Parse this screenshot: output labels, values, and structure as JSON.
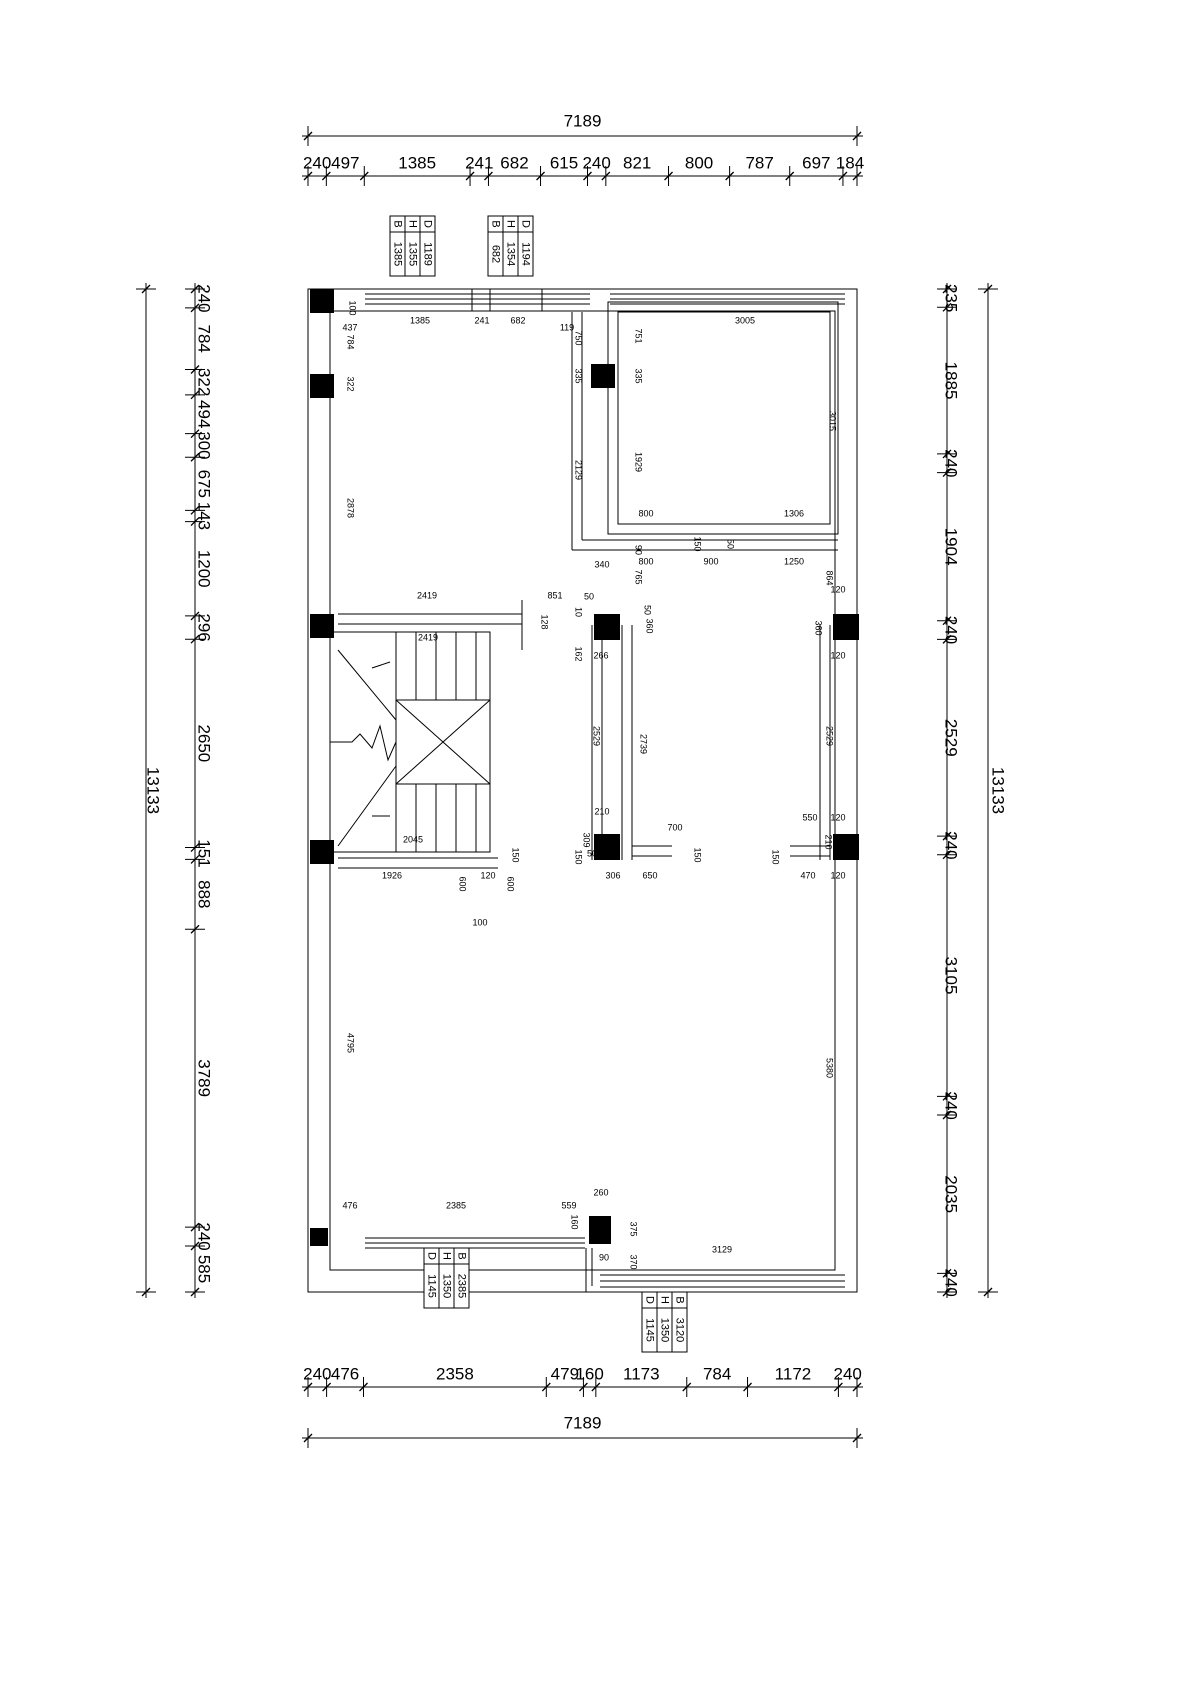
{
  "dimensions": {
    "top_total": "7189",
    "top_segments": [
      "240",
      "497",
      "1385",
      "241",
      "682",
      "615",
      "240",
      "821",
      "800",
      "787",
      "697",
      "184"
    ],
    "bottom_total": "7189",
    "bottom_segments": [
      "240",
      "476",
      "2358",
      "479",
      "160",
      "1173",
      "784",
      "1172",
      "240"
    ],
    "left_total": "13133",
    "left_segments": [
      "240",
      "784",
      "322",
      "494",
      "300",
      "675",
      "143",
      "1200",
      "296",
      "2650",
      "151",
      "888",
      "3789",
      "240",
      "585"
    ],
    "right_total": "13133",
    "right_segments": [
      "235",
      "1885",
      "240",
      "1904",
      "240",
      "2529",
      "240",
      "3105",
      "240",
      "2035",
      "240"
    ]
  },
  "window_tables": [
    {
      "rows": [
        [
          "B",
          "1385"
        ],
        [
          "H",
          "1355"
        ],
        [
          "D",
          "1189"
        ]
      ]
    },
    {
      "rows": [
        [
          "B",
          "682"
        ],
        [
          "H",
          "1354"
        ],
        [
          "D",
          "1194"
        ]
      ]
    },
    {
      "rows": [
        [
          "D",
          "1145"
        ],
        [
          "H",
          "1350"
        ],
        [
          "B",
          "2385"
        ]
      ]
    },
    {
      "rows": [
        [
          "D",
          "1145"
        ],
        [
          "H",
          "1350"
        ],
        [
          "B",
          "3120"
        ]
      ]
    }
  ],
  "interior_labels": [
    "100",
    "437",
    "1385",
    "241",
    "682",
    "119",
    "750",
    "751",
    "3005",
    "784",
    "322",
    "335",
    "335",
    "3015",
    "2129",
    "1929",
    "2878",
    "800",
    "1306",
    "150",
    "50",
    "90",
    "340",
    "800",
    "900",
    "1250",
    "765",
    "864",
    "120",
    "2419",
    "851",
    "50",
    "50",
    "360",
    "360",
    "128",
    "2419",
    "10",
    "162",
    "266",
    "120",
    "2529",
    "2739",
    "2529",
    "210",
    "700",
    "550",
    "120",
    "210",
    "2045",
    "150",
    "150",
    "309",
    "50",
    "150",
    "150",
    "1926",
    "600",
    "120",
    "600",
    "306",
    "650",
    "470",
    "120",
    "100",
    "4795",
    "5380",
    "476",
    "2385",
    "559",
    "260",
    "160",
    "375",
    "3129",
    "370",
    "90"
  ]
}
